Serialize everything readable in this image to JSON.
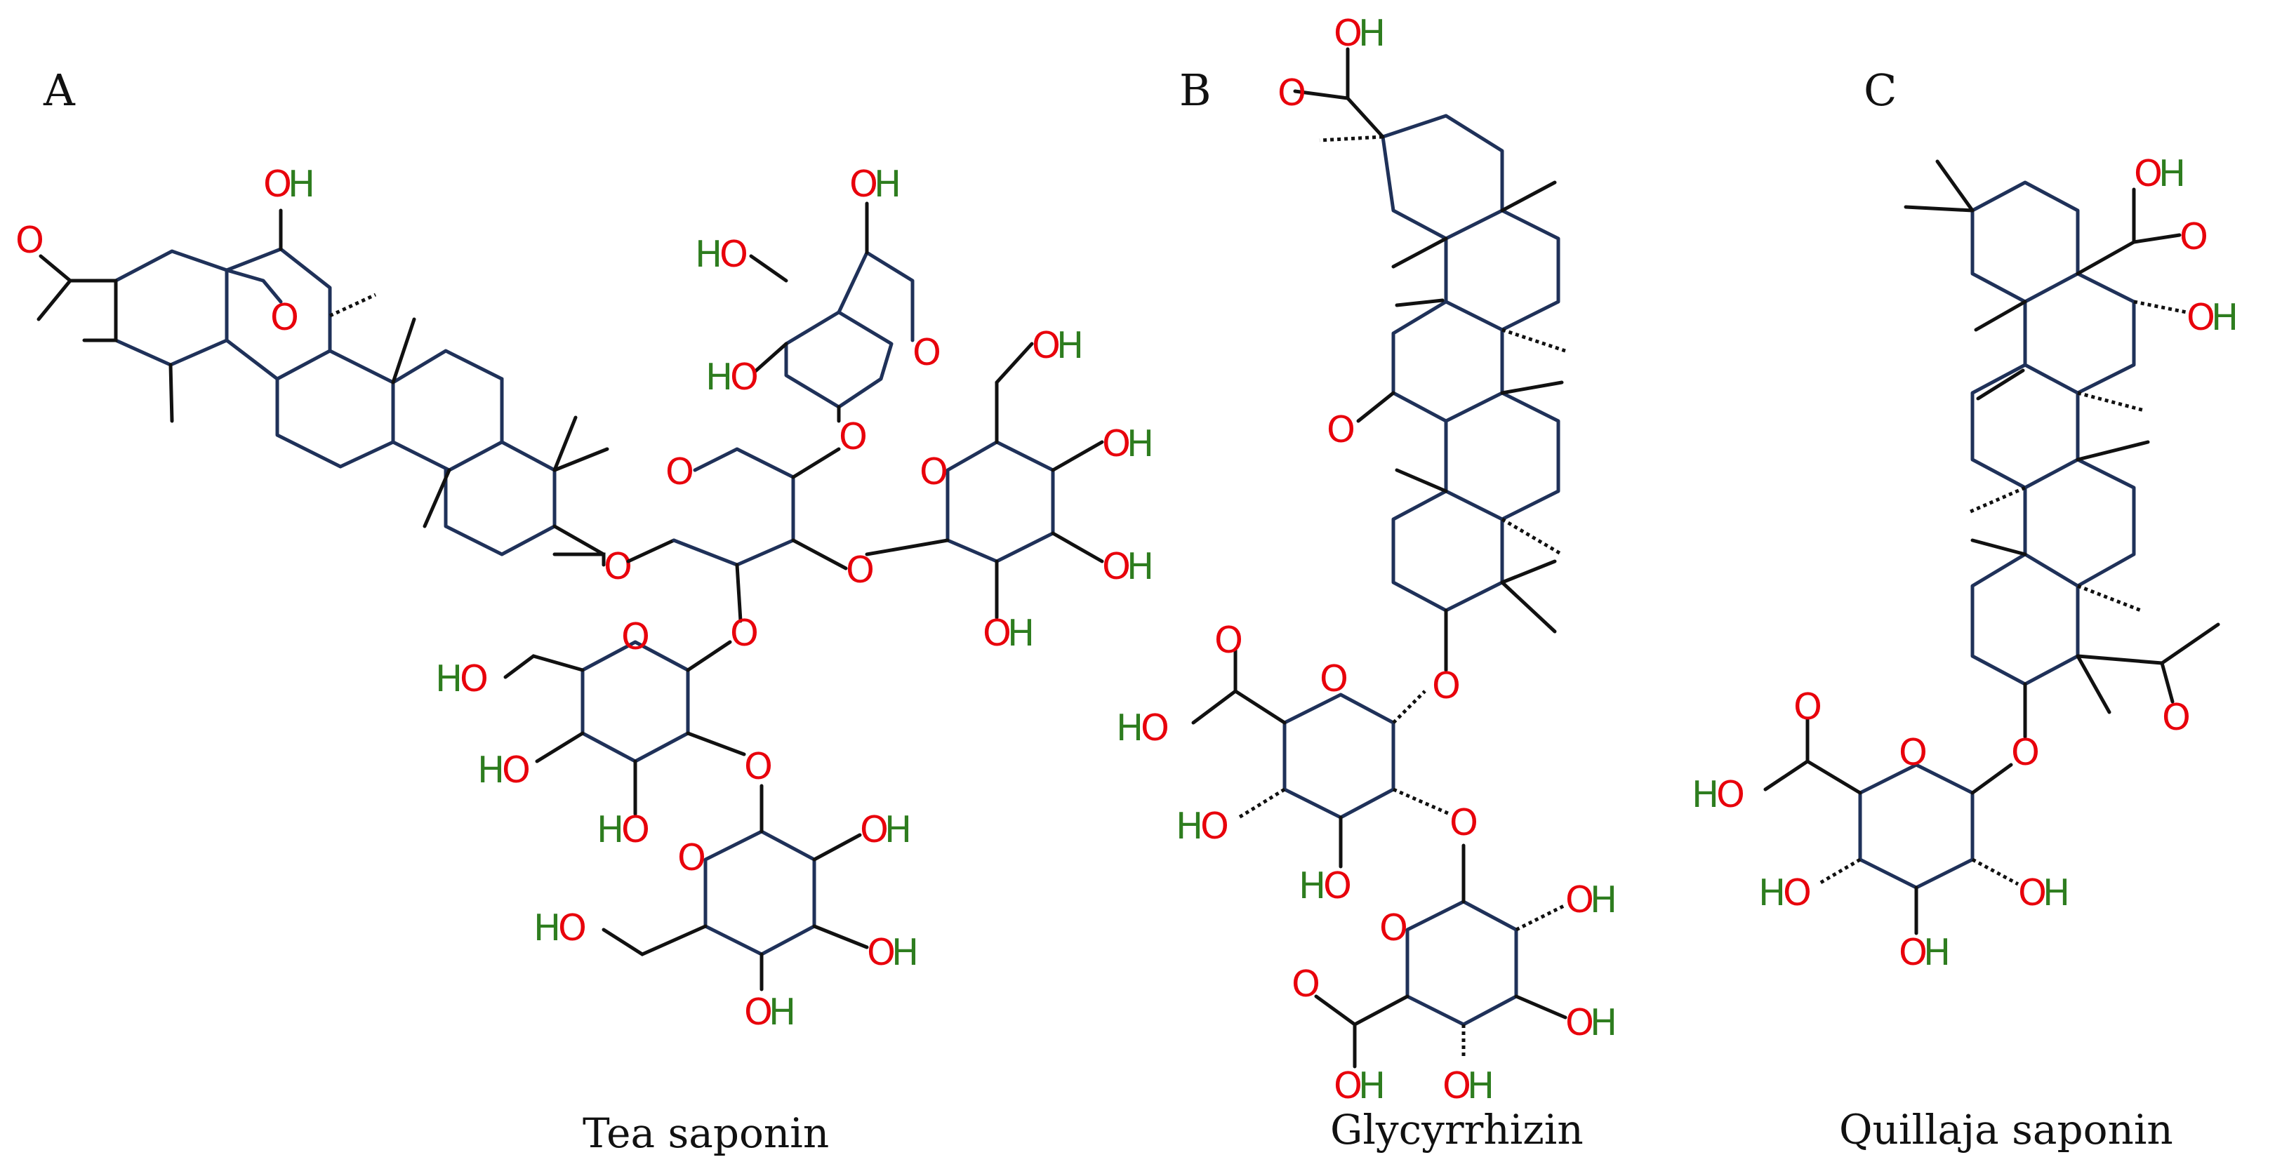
{
  "panels": [
    {
      "letter": "A",
      "caption": "Tea saponin"
    },
    {
      "letter": "B",
      "caption": "Glycyrrhizin"
    },
    {
      "letter": "C",
      "caption": "Quillaja saponin"
    }
  ],
  "atoms": {
    "O": "O",
    "OH": "OH",
    "HO": "HO",
    "H": "H"
  },
  "colors": {
    "oxygen": "#e8000b",
    "hydrogen": "#2e7d1f",
    "ring_bond": "#1f3159",
    "bond": "#111111"
  }
}
